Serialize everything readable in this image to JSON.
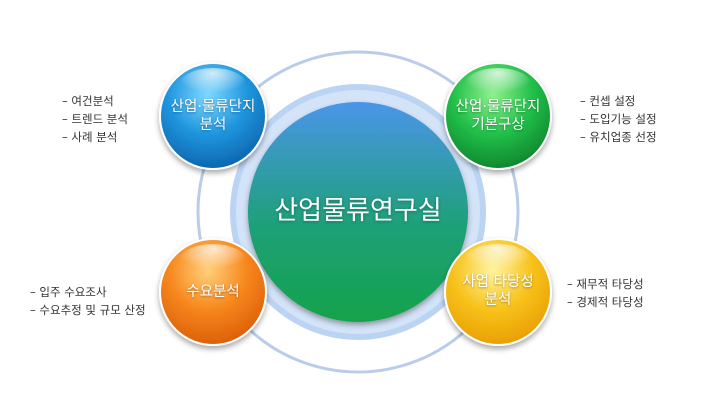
{
  "center": {
    "title": "산업물류연구실"
  },
  "nodes": {
    "top_left": {
      "line1": "산업·물류단지",
      "line2": "분석"
    },
    "top_right": {
      "line1": "산업·물류단지",
      "line2": "기본구상"
    },
    "bottom_left": {
      "line1": "수요분석"
    },
    "bottom_right": {
      "line1": "사업 타당성",
      "line2": "분석"
    }
  },
  "lists": {
    "top_left": [
      "여건분석",
      "트렌드 분석",
      "사례 분석"
    ],
    "top_right": [
      "컨셉 설정",
      "도입기능 설정",
      "유치업종 선정"
    ],
    "bottom_left": [
      "입주 수요조사",
      "수요추정 및 규모 산정"
    ],
    "bottom_right": [
      "재무적 타당성",
      "경제적 타당성"
    ]
  },
  "colors": {
    "center": "#1a9e8a",
    "blue": "#1f8fd8",
    "green": "#1fb84a",
    "orange": "#f57a10",
    "yellow": "#f5b800",
    "halo": "#bcd4f4"
  }
}
